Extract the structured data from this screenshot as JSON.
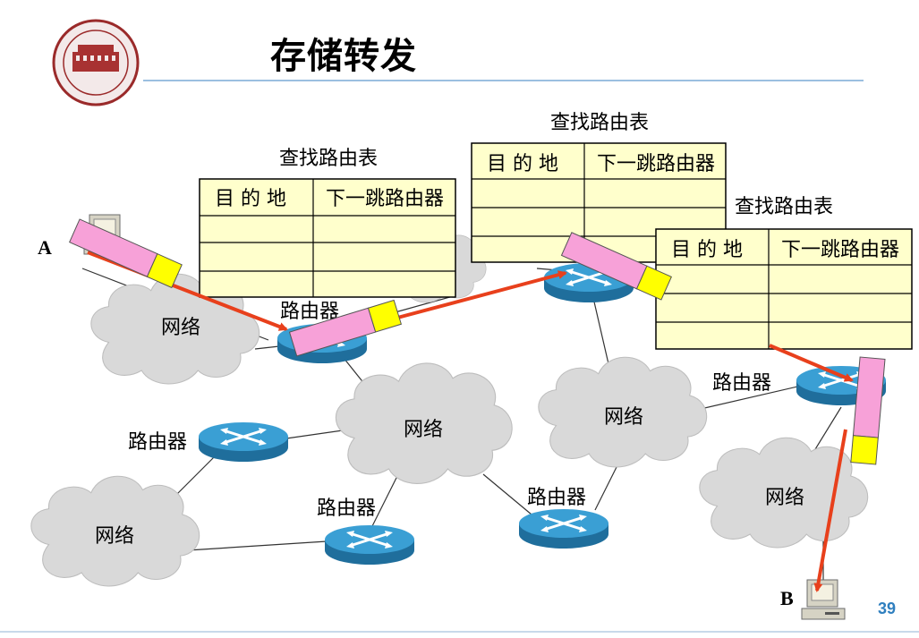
{
  "slide": {
    "title": "存储转发",
    "page_number": "39"
  },
  "colors": {
    "cloud": "#d9d9d9",
    "router_top": "#3a9fd4",
    "router_side": "#1f6e9c",
    "table_fill": "#ffffcc",
    "packet_body": "#f7a1d8",
    "packet_header": "#ffff00",
    "path_arrow": "#e8401c",
    "title_rule": "#9bbfe0"
  },
  "hosts": {
    "a_label": "A",
    "b_label": "B"
  },
  "networks": {
    "label": "网络"
  },
  "routers": {
    "label": "路由器"
  },
  "routing_tables": [
    {
      "caption": "查找路由表",
      "col_dest": "目 的 地",
      "col_next": "下一跳路由器"
    },
    {
      "caption": "查找路由表",
      "col_dest": "目 的 地",
      "col_next": "下一跳路由器"
    },
    {
      "caption": "查找路由表",
      "col_dest": "目 的 地",
      "col_next": "下一跳路由器"
    }
  ],
  "icons": [
    "university-seal-logo",
    "computer-icon",
    "router-icon",
    "cloud-icon",
    "packet-icon",
    "arrow-icon"
  ]
}
